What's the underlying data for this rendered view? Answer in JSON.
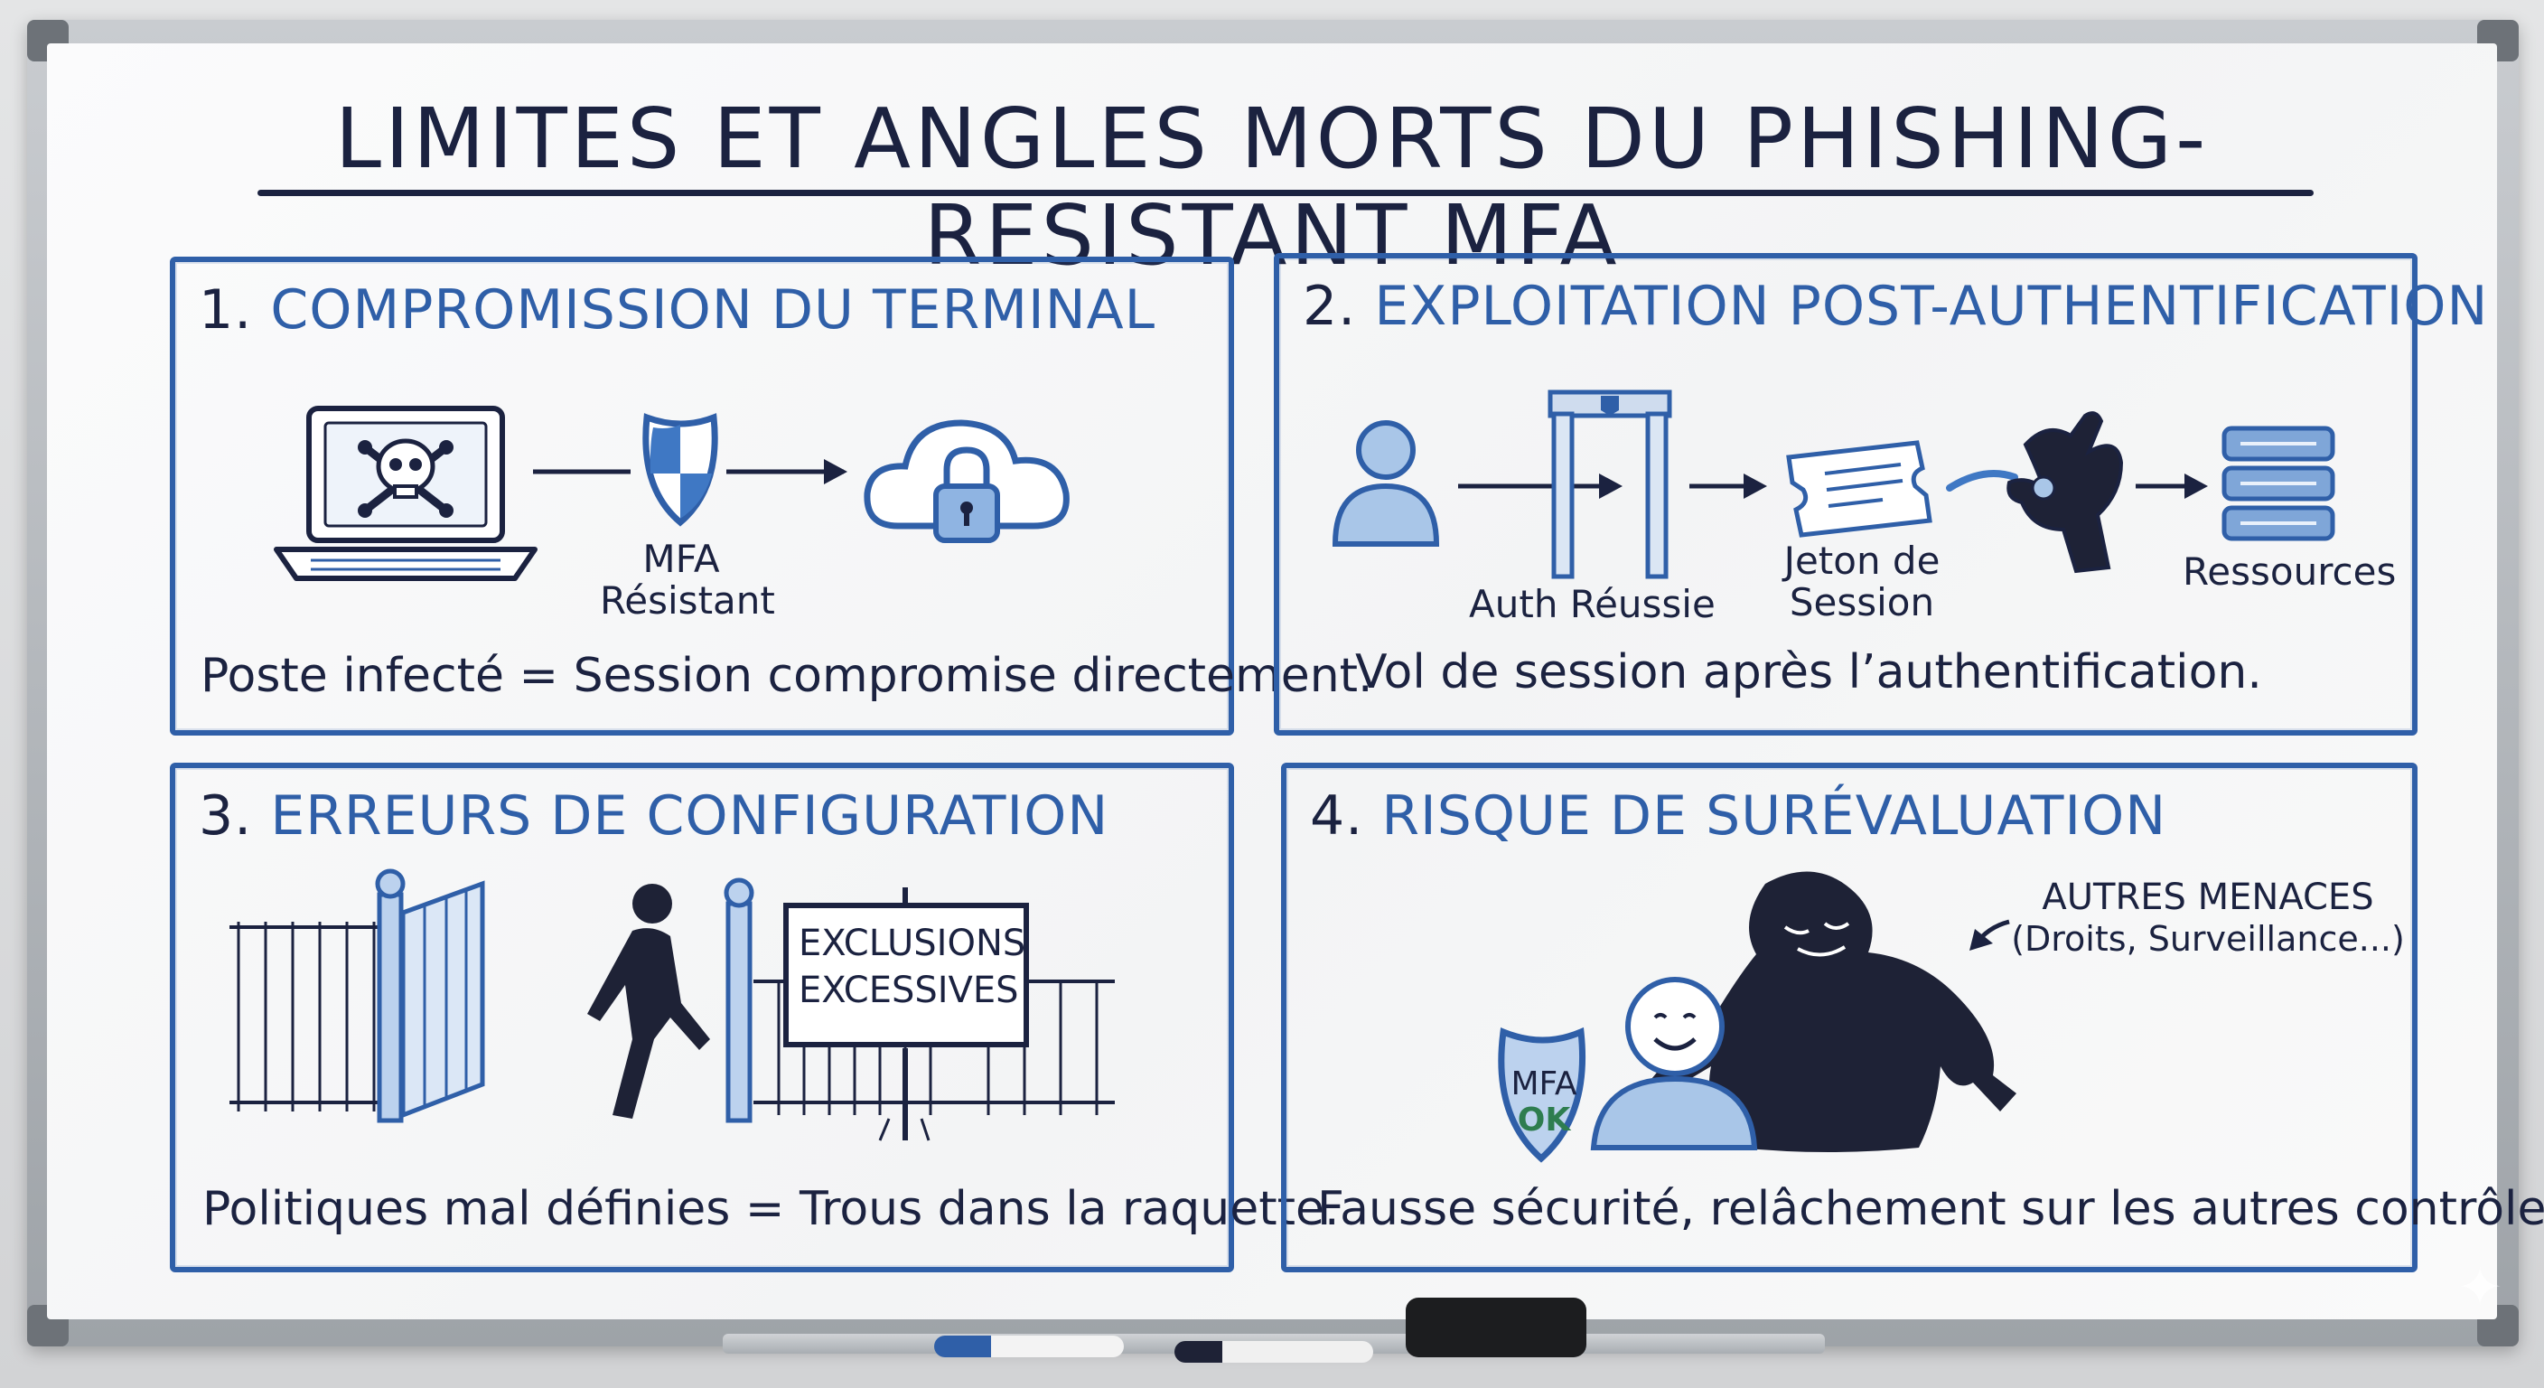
{
  "title": "LIMITES ET ANGLES MORTS DU PHISHING-RESISTANT MFA",
  "panels": {
    "p1": {
      "number": "1.",
      "heading": "COMPROMISSION DU TERMINAL",
      "mfa_label_line1": "MFA",
      "mfa_label_line2": "Résistant",
      "caption": "Poste infecté = Session compromise directement."
    },
    "p2": {
      "number": "2.",
      "heading": "EXPLOITATION POST-AUTHENTIFICATION",
      "auth_label": "Auth Réussie",
      "token_label_line1": "Jeton de",
      "token_label_line2": "Session",
      "resources_label": "Ressources",
      "caption": "Vol de session après l’authentification."
    },
    "p3": {
      "number": "3.",
      "heading": "ERREURS DE CONFIGURATION",
      "sign_line1": "EXCLUSIONS",
      "sign_line2": "EXCESSIVES",
      "caption": "Politiques mal définies = Trous dans la raquette."
    },
    "p4": {
      "number": "4.",
      "heading": "RISQUE DE SURÉVALUATION",
      "threat_line1": "AUTRES MENACES",
      "threat_line2": "(Droits, Surveillance...)",
      "shield_line1": "MFA",
      "shield_line2": "OK",
      "caption": "Fausse sécurité, relâchement sur les autres contrôles."
    }
  },
  "colors": {
    "ink_dark": "#1b2240",
    "ink_blue": "#2f5fa8",
    "fill_blue": "#a9c6e8",
    "ok_green": "#2e7d4f"
  },
  "icons": [
    "skull-icon",
    "laptop-icon",
    "shield-icon",
    "cloud-lock-icon",
    "user-icon",
    "security-gate-icon",
    "session-ticket-icon",
    "hacker-hand-icon",
    "server-icon",
    "gate-icon",
    "walking-person-icon",
    "sign-icon",
    "shadow-threat-icon",
    "smiling-user-icon"
  ]
}
